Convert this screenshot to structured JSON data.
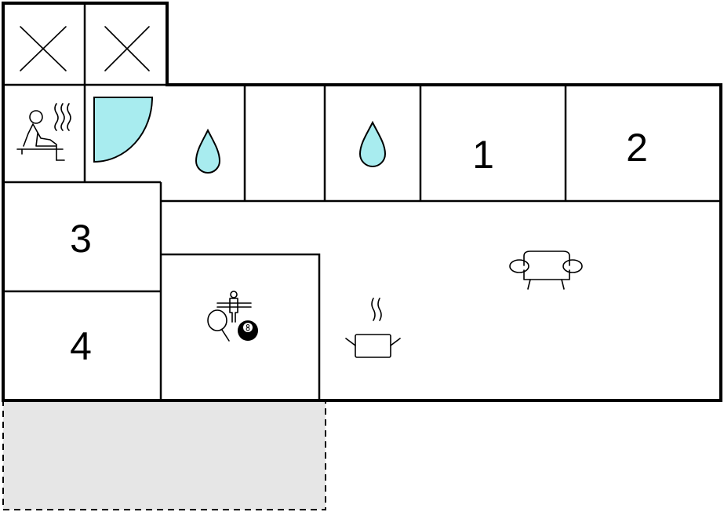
{
  "floorplan": {
    "rooms": [
      {
        "id": "room-1",
        "label": "1"
      },
      {
        "id": "room-2",
        "label": "2"
      },
      {
        "id": "room-3",
        "label": "3"
      },
      {
        "id": "room-4",
        "label": "4"
      }
    ],
    "icons": [
      "sauna-icon",
      "shower-icon",
      "water-drop-icon",
      "water-drop-icon",
      "sofa-icon",
      "cooking-pot-icon",
      "games-icon",
      "cross-out-icon"
    ],
    "colors": {
      "water": "#a8ecef",
      "terrace": "#e6e6e6",
      "wall": "#000000"
    }
  }
}
